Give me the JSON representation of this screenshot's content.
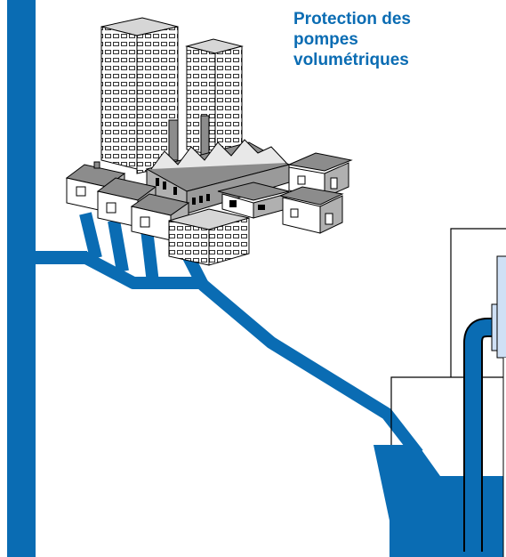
{
  "title": {
    "line1": "Protection des",
    "line2": "pompes",
    "line3": "volumétriques"
  },
  "colors": {
    "pipe_blue": "#0a6cb3",
    "title_blue": "#0a6cb3",
    "building_gray": "#b0b0b0",
    "roof_dark": "#7a7a7a",
    "pump_light_blue": "#cfe0f5",
    "outline": "#000000"
  },
  "icons": [
    "factory-icon",
    "house-icon",
    "tower-building-icon",
    "pump-icon"
  ]
}
